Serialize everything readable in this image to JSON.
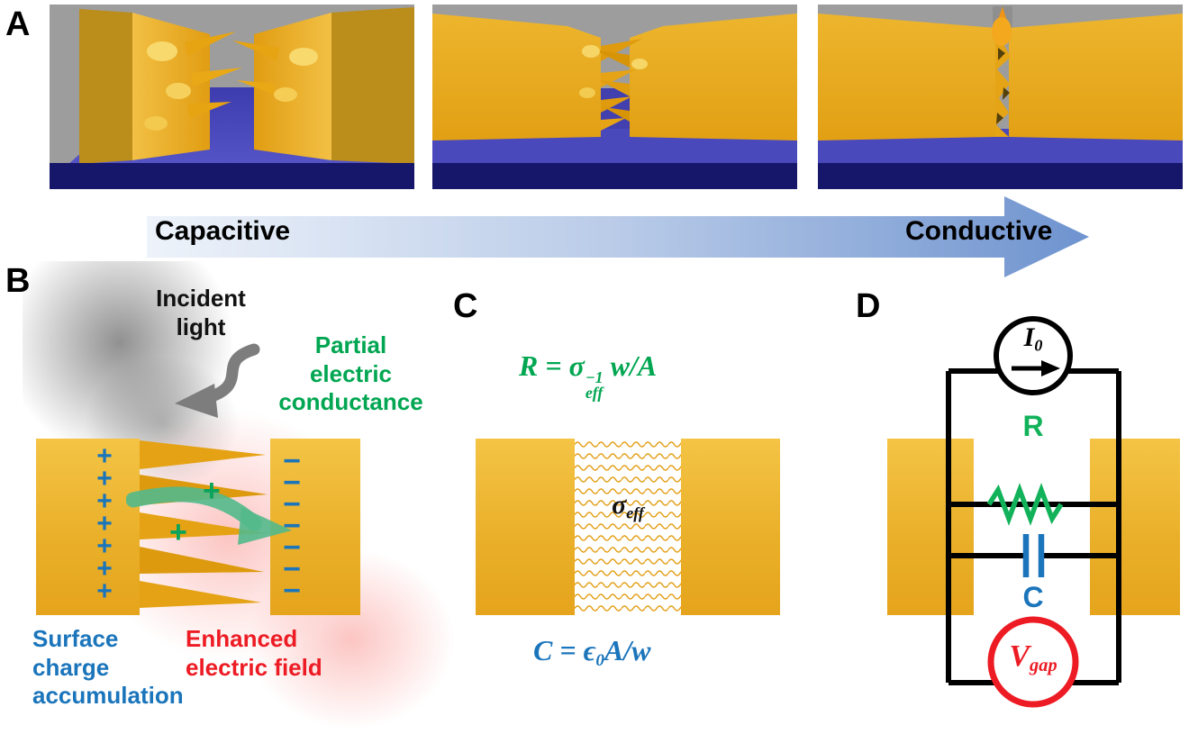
{
  "colors": {
    "gold": "#eeb735",
    "blue": "#1b75bb",
    "green": "#00a651",
    "red": "#ed1c24",
    "arrow_blue": "#6e93cf",
    "navy_base": "#16166b",
    "floor_blue": "#4a49bb",
    "sky_gray": "#9d9d9d"
  },
  "panel_a": {
    "label": "A",
    "arrow_left": "Capacitive",
    "arrow_right": "Conductive"
  },
  "panel_b": {
    "label": "B",
    "incident_light": "Incident\nlight",
    "partial_conductance": "Partial\nelectric\nconductance",
    "surface_charge": "Surface\ncharge\naccumulation",
    "enhanced_field": "Enhanced\nelectric field",
    "plus_column": "+\n+\n+\n+\n+\n+\n+",
    "minus_column": "−\n−\n−\n−\n−\n−\n−",
    "green_plus_top": "+",
    "green_plus_bottom": "+"
  },
  "panel_c": {
    "label": "C",
    "r_formula": {
      "lead": "R = ",
      "sigma": "σ",
      "sup": "−1",
      "sub": "eff",
      "tail": " w/A"
    },
    "gap_label": {
      "sigma": "σ",
      "sub": "eff"
    },
    "c_formula": {
      "lead": "C = ",
      "epsilon": "ϵ",
      "sub": "0",
      "tail": "A/w"
    }
  },
  "panel_d": {
    "label": "D",
    "current_source": {
      "symbol": "I",
      "sub": "0"
    },
    "resistor_label": "R",
    "capacitor_label": "C",
    "voltage": {
      "symbol": "V",
      "sub": "gap"
    }
  }
}
